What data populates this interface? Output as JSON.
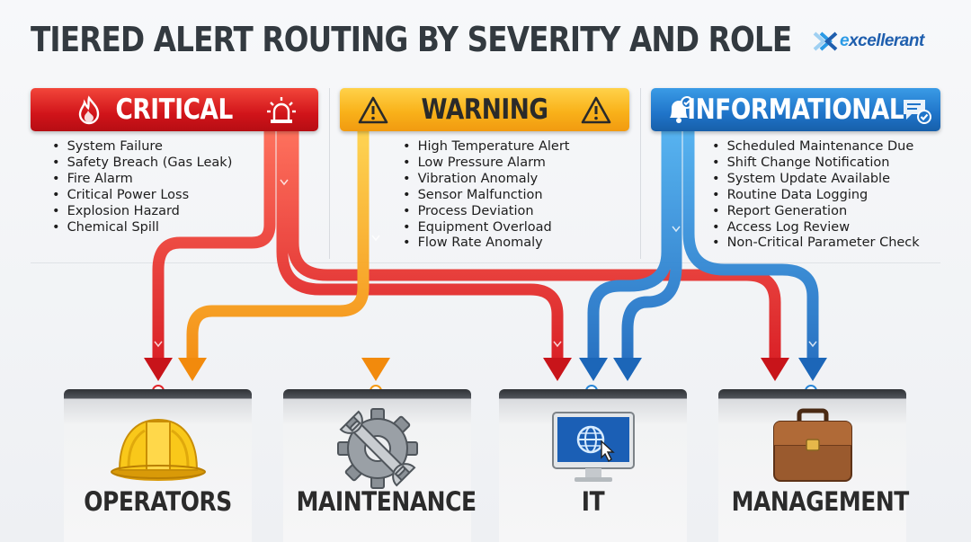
{
  "title": "TIERED ALERT ROUTING BY SEVERITY AND ROLE",
  "logo": {
    "prefix": "e",
    "mark_letter": "x",
    "suffix": "cellerant"
  },
  "colors": {
    "critical": "#d9171d",
    "warning": "#f7a416",
    "informational": "#1f74c9"
  },
  "severities": [
    {
      "label": "CRITICAL",
      "icons": [
        "fire-icon",
        "siren-icon"
      ],
      "items": [
        "System Failure",
        "Safety Breach (Gas Leak)",
        "Fire Alarm",
        "Critical Power Loss",
        "Explosion Hazard",
        "Chemical Spill"
      ]
    },
    {
      "label": "WARNING",
      "icons": [
        "warning-triangle-icon",
        "warning-triangle-icon"
      ],
      "items": [
        "High Temperature Alert",
        "Low Pressure Alarm",
        "Vibration Anomaly",
        "Sensor Malfunction",
        "Process Deviation",
        "Equipment Overload",
        "Flow Rate Anomaly"
      ]
    },
    {
      "label": "INFORMATIONAL",
      "icons": [
        "bell-check-icon",
        "chat-check-icon"
      ],
      "items": [
        "Scheduled Maintenance Due",
        "Shift Change Notification",
        "System Update Available",
        "Routine Data Logging",
        "Report Generation",
        "Access Log Review",
        "Non-Critical Parameter Check"
      ]
    }
  ],
  "roles": [
    {
      "label": "OPERATORS",
      "icon": "hard-hat-icon"
    },
    {
      "label": "MAINTENANCE",
      "icon": "gear-wrench-icon"
    },
    {
      "label": "IT",
      "icon": "computer-monitor-icon"
    },
    {
      "label": "MANAGEMENT",
      "icon": "briefcase-icon"
    }
  ],
  "routes": [
    {
      "from": "CRITICAL",
      "to": [
        "OPERATORS",
        "IT",
        "MANAGEMENT"
      ]
    },
    {
      "from": "WARNING",
      "to": [
        "OPERATORS",
        "MAINTENANCE"
      ]
    },
    {
      "from": "INFORMATIONAL",
      "to": [
        "IT",
        "MANAGEMENT"
      ]
    }
  ]
}
